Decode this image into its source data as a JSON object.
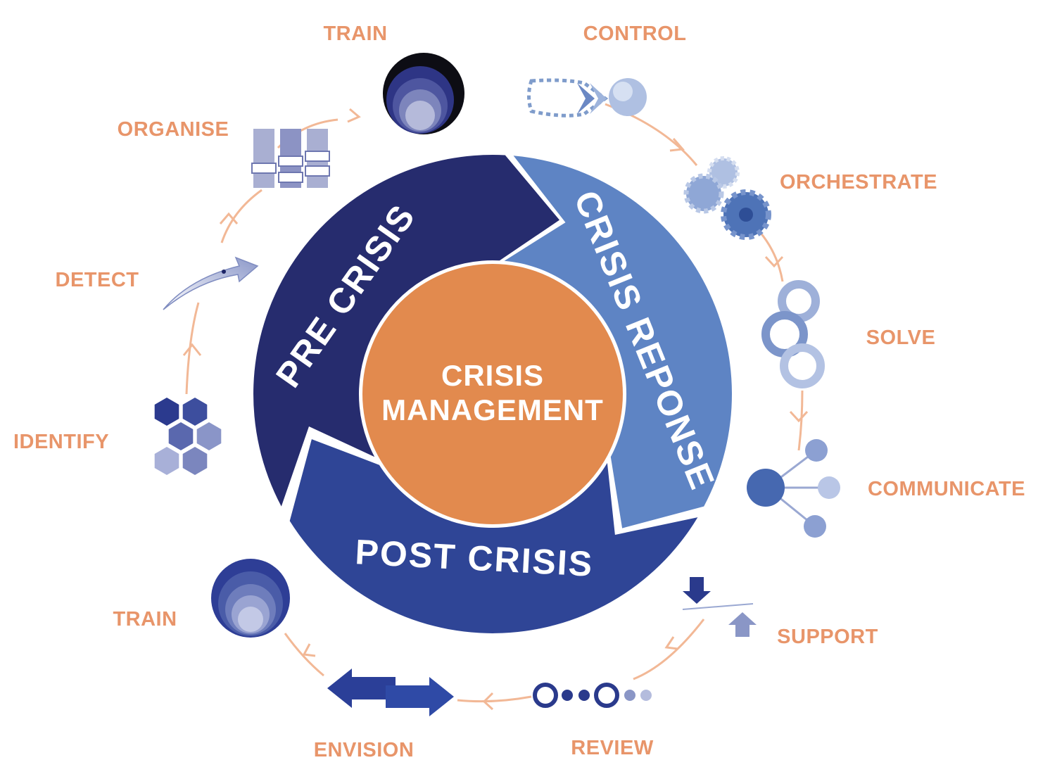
{
  "center": {
    "line1": "CRISIS",
    "line2": "MANAGEMENT"
  },
  "phases": {
    "pre": "PRE CRISIS",
    "response": "CRISIS REPONSE",
    "post": "POST CRISIS"
  },
  "steps": {
    "train_top": "TRAIN",
    "control": "CONTROL",
    "orchestrate": "ORCHESTRATE",
    "solve": "SOLVE",
    "communicate": "COMMUNICATE",
    "support": "SUPPORT",
    "review": "REVIEW",
    "envision": "ENVISION",
    "train_bottom": "TRAIN",
    "identify": "IDENTIFY",
    "detect": "DETECT",
    "organise": "ORGANISE"
  },
  "colors": {
    "pre_crisis": "#262C6E",
    "crisis_response": "#5E84C4",
    "post_crisis": "#2F4596",
    "center": "#E28A4E",
    "label": "#E8956A",
    "path": "#F2B896"
  },
  "icons": {
    "train_top": "concentric-circles-icon",
    "control": "chevron-arrow-icon",
    "orchestrate": "gears-icon",
    "solve": "linked-rings-icon",
    "communicate": "network-nodes-icon",
    "support": "up-down-arrows-icon",
    "review": "dots-sequence-icon",
    "envision": "double-arrow-icon",
    "train_bottom": "concentric-circles-icon",
    "identify": "hexagons-icon",
    "detect": "swoosh-arrow-icon",
    "organise": "columns-icon"
  }
}
